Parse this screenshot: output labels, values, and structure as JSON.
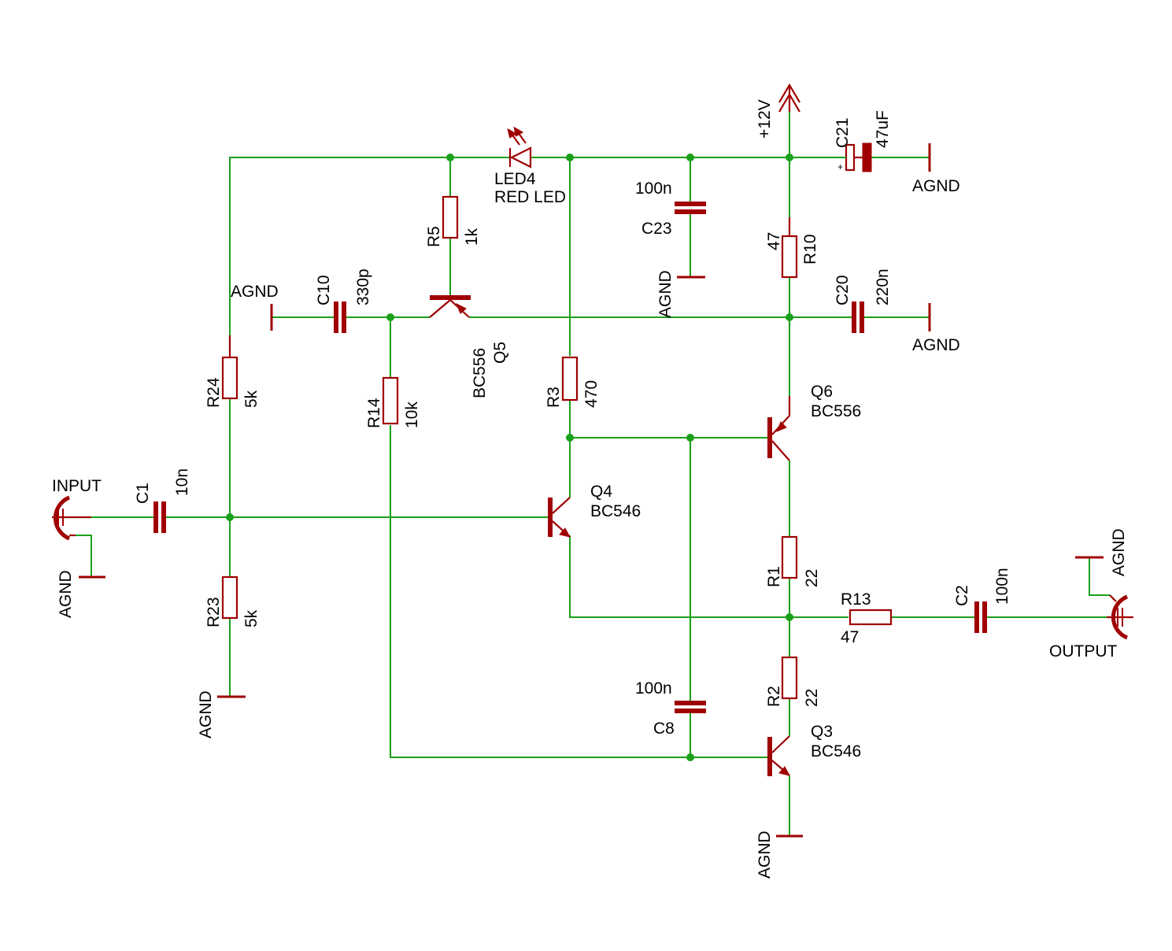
{
  "colors": {
    "wire": "#1aa01a",
    "component": "#a00000",
    "text": "#000000",
    "background": "#ffffff"
  },
  "labels": {
    "input": "INPUT",
    "output": "OUTPUT",
    "vcc": "+12V",
    "agnd": "AGND",
    "c1_name": "C1",
    "c1_value": "10n",
    "c2_name": "C2",
    "c2_value": "100n",
    "c8_name": "C8",
    "c8_value": "100n",
    "c10_name": "C10",
    "c10_value": "330p",
    "c20_name": "C20",
    "c20_value": "220n",
    "c21_name": "C21",
    "c21_value": "47uF",
    "c21_polarity": "+",
    "c23_name": "C23",
    "c23_value": "100n",
    "r1_name": "R1",
    "r1_value": "22",
    "r2_name": "R2",
    "r2_value": "22",
    "r3_name": "R3",
    "r3_value": "470",
    "r5_name": "R5",
    "r5_value": "1k",
    "r10_name": "R10",
    "r10_value": "47",
    "r13_name": "R13",
    "r13_value": "47",
    "r14_name": "R14",
    "r14_value": "10k",
    "r23_name": "R23",
    "r23_value": "5k",
    "r24_name": "R24",
    "r24_value": "5k",
    "led4_name": "LED4",
    "led4_value": "RED LED",
    "q3_name": "Q3",
    "q3_value": "BC546",
    "q4_name": "Q4",
    "q4_value": "BC546",
    "q5_name": "Q5",
    "q5_value": "BC556",
    "q6_name": "Q6",
    "q6_value": "BC556"
  }
}
